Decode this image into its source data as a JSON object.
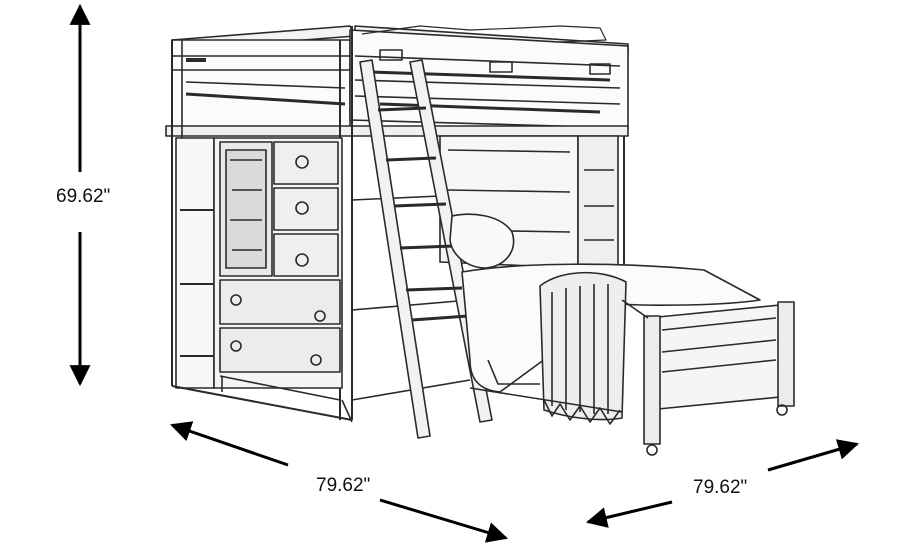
{
  "dimensions": {
    "height": "69.62\"",
    "width": "79.62\"",
    "depth": "79.62\""
  },
  "colors": {
    "line": "#2a2a2a",
    "arrow": "#000000",
    "background": "#ffffff"
  }
}
